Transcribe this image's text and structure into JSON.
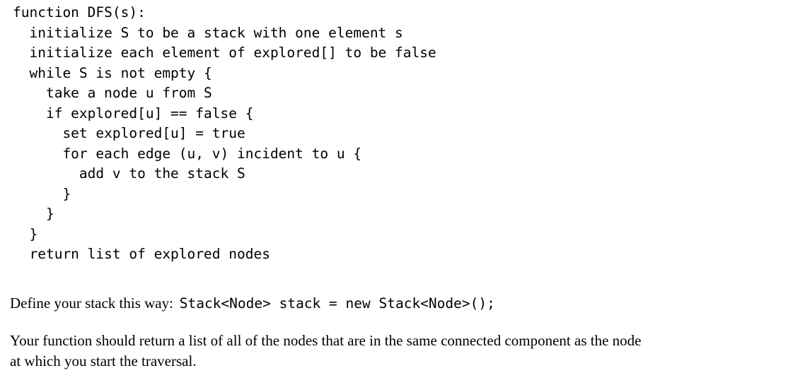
{
  "pseudocode": {
    "lines": [
      "function DFS(s):",
      "  initialize S to be a stack with one element s",
      "  initialize each element of explored[] to be false",
      "  while S is not empty {",
      "    take a node u from S",
      "    if explored[u] == false {",
      "      set explored[u] = true",
      "      for each edge (u, v) incident to u {",
      "        add v to the stack S",
      "      }",
      "    }",
      "  }",
      "  return list of explored nodes"
    ]
  },
  "stack_definition": {
    "prefix": "Define your stack this way:",
    "code": "Stack<Node> stack = new Stack<Node>();"
  },
  "instructions": {
    "line1": "Your function should return a list of all of the nodes that are in the same connected component as the node",
    "line2": "at which you start the traversal."
  }
}
